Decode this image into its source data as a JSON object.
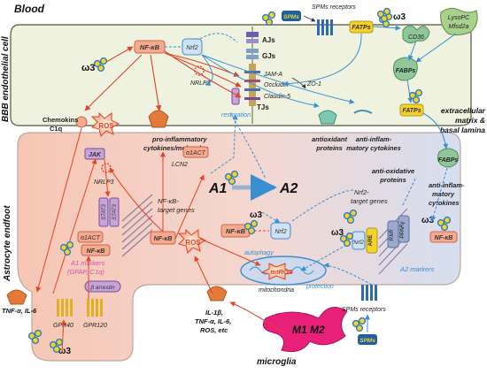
{
  "regions": {
    "blood": "Blood",
    "endothelial": "BBB endothelial cell",
    "astrocyte": "Astrocyte endfoot",
    "ecm_line1": "extracellular",
    "ecm_line2": "matrix &",
    "ecm_line3": "basal lamina",
    "microglia": "microglia",
    "mitochondria": "mitochondria"
  },
  "junctions": {
    "ajs": "AJs",
    "gjs": "GJs",
    "tjs": "TJs",
    "jama": "JAM-A",
    "occludin": "Occludin",
    "claudin5": "Claudin-5",
    "zo1": "ZO-1"
  },
  "molecules": {
    "omega3": "ω3",
    "nfkb": "NF-κB",
    "nrf2": "Nrf2",
    "nrlp3": "NRLP3",
    "ros": "ROS",
    "mtros": "mtROS",
    "chemokines1": "Chemokins",
    "chemokines2": "C1q",
    "proinflam1": "pro-inflammatory",
    "proinflam2": "cytokines/molecules",
    "antioxidant1": "antioxidant",
    "antioxidant2": "proteins",
    "antiinflam1": "anti-inflam-",
    "antiinflam2": "matory cytokines",
    "restoration": "restoration",
    "a1act": "α1ACT",
    "lcn2": "LCN2",
    "nfkb_targets1": "NF-κB-",
    "nfkb_targets2": "target genes",
    "nrf2_targets1": "Nrf2-",
    "nrf2_targets2": "target genes",
    "a1": "A1",
    "a2": "A2",
    "jak": "JAK",
    "stat3": "STAT3",
    "a1_markers1": "A1 markers",
    "a1_markers2": "(GFAP, C1q)",
    "a2_markers": "A2 markers",
    "antioxidative1": "anti-oxidative",
    "antioxidative2": "proteins",
    "antiinflam_b1": "anti-inflam-",
    "antiinflam_b2": "matory",
    "antiinflam_b3": "cytokines",
    "tnf": "TNF-α, IL-6",
    "barrestin": "β arrestin",
    "gpr40": "GPR40",
    "gpr120": "GPR120",
    "autophagy": "autophagy",
    "protection": "protection",
    "il1b1": "IL-1β,",
    "il1b2": "TNF-α, IL-6,",
    "il1b3": "ROS, etc",
    "m1": "M1",
    "m2": "M2",
    "spms_receptors": "SPMs receptors",
    "spms": "SPMs",
    "fatps": "FATPs",
    "fabps": "FABPs",
    "cd36": "CD36",
    "lysopc1": "LysoPC",
    "lysopc2": "Mfsd2a",
    "are": "ARE",
    "rxr": "RXR",
    "ppar": "PPARγ",
    "nrf2_short": "Nrf2"
  },
  "colors": {
    "endothelial_fill": "#eef2df",
    "astro_fill": "#f8cdb9",
    "astro_right": "#d9e2f2",
    "nfkb_fill": "#f6a98e",
    "blue_box": "#cfe1f3",
    "green_box": "#c7e8d8",
    "red_arrow": "#e0442a",
    "blue_arrow": "#3a8fd1",
    "microglia": "#e8207a",
    "omega_yellow": "#f2d22b",
    "omega_blue": "#2d7dbf"
  }
}
